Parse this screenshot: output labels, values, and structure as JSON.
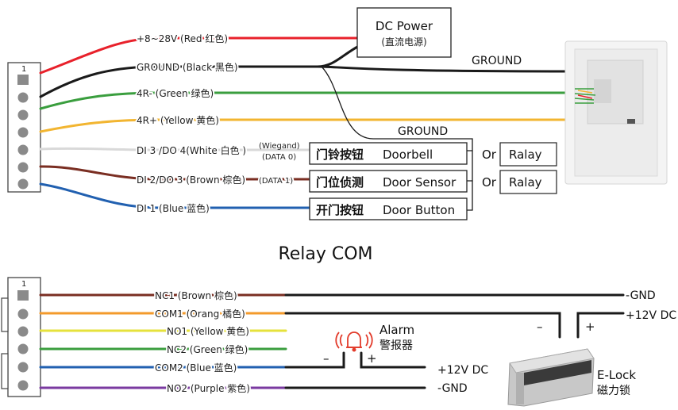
{
  "colors": {
    "red": "#e8212b",
    "black": "#1a1a1a",
    "green": "#3a9e3e",
    "yellow": "#f2b531",
    "white_wire": "#d9d9d9",
    "brown": "#7a2e22",
    "blue": "#2160b0",
    "orange": "#f39a2b",
    "light_yellow": "#e6e23c",
    "purple": "#7a3aa0",
    "alarm_red": "#e23a2a"
  },
  "top": {
    "connector_pin": "1",
    "dc_power": {
      "line1": "DC Power",
      "line2": "(直流电源)"
    },
    "wires": {
      "red": "+8~28V (Red 红色)",
      "black": "GROUND (Black 黑色)",
      "green": "4R- (Green 绿色)",
      "yellow": "4R+ (Yellow 黄色)",
      "white": "DI 3 /DO 4(White 白色 )",
      "brown": "DI 2/DO 3 (Brown 棕色)",
      "blue": "DI 1 (Blue 蓝色)"
    },
    "wiegand_line1": "(Wiegand)",
    "wiegand_line2": "(DATA 0)",
    "data1": "(DATA 1)",
    "ground_right": "GROUND",
    "ground_mid": "GROUND",
    "boxes": {
      "doorbell_cn": "门铃按钮",
      "doorbell_en": "Doorbell",
      "sensor_cn": "门位侦测",
      "sensor_en": "Door Sensor",
      "button_cn": "开门按钮",
      "button_en": "Door Button"
    },
    "or1": "Or",
    "or2": "Or",
    "relay1": "Ralay",
    "relay2": "Ralay"
  },
  "middle_title": "Relay COM",
  "bottom": {
    "connector_pin": "1",
    "wires": {
      "nc1": "NC1 (Brown 棕色)",
      "com1": "COM1 (Orang 橘色)",
      "no1": "NO1 (Yellow 黄色)",
      "nc2": "NC2 (Green 绿色)",
      "com2": "COM2 (Blue  蓝色)",
      "no2": "NO2 (Purple 紫色)"
    },
    "gnd_top": "-GND",
    "v12_top": "+12V DC",
    "minus_lock": "–",
    "plus_lock": "+",
    "alarm_en": "Alarm",
    "alarm_cn": "警报器",
    "minus_alarm": "–",
    "plus_alarm": "+",
    "v12_bottom": "+12V DC",
    "gnd_bottom": "-GND",
    "elock_en": "E-Lock",
    "elock_cn": "磁力锁"
  }
}
